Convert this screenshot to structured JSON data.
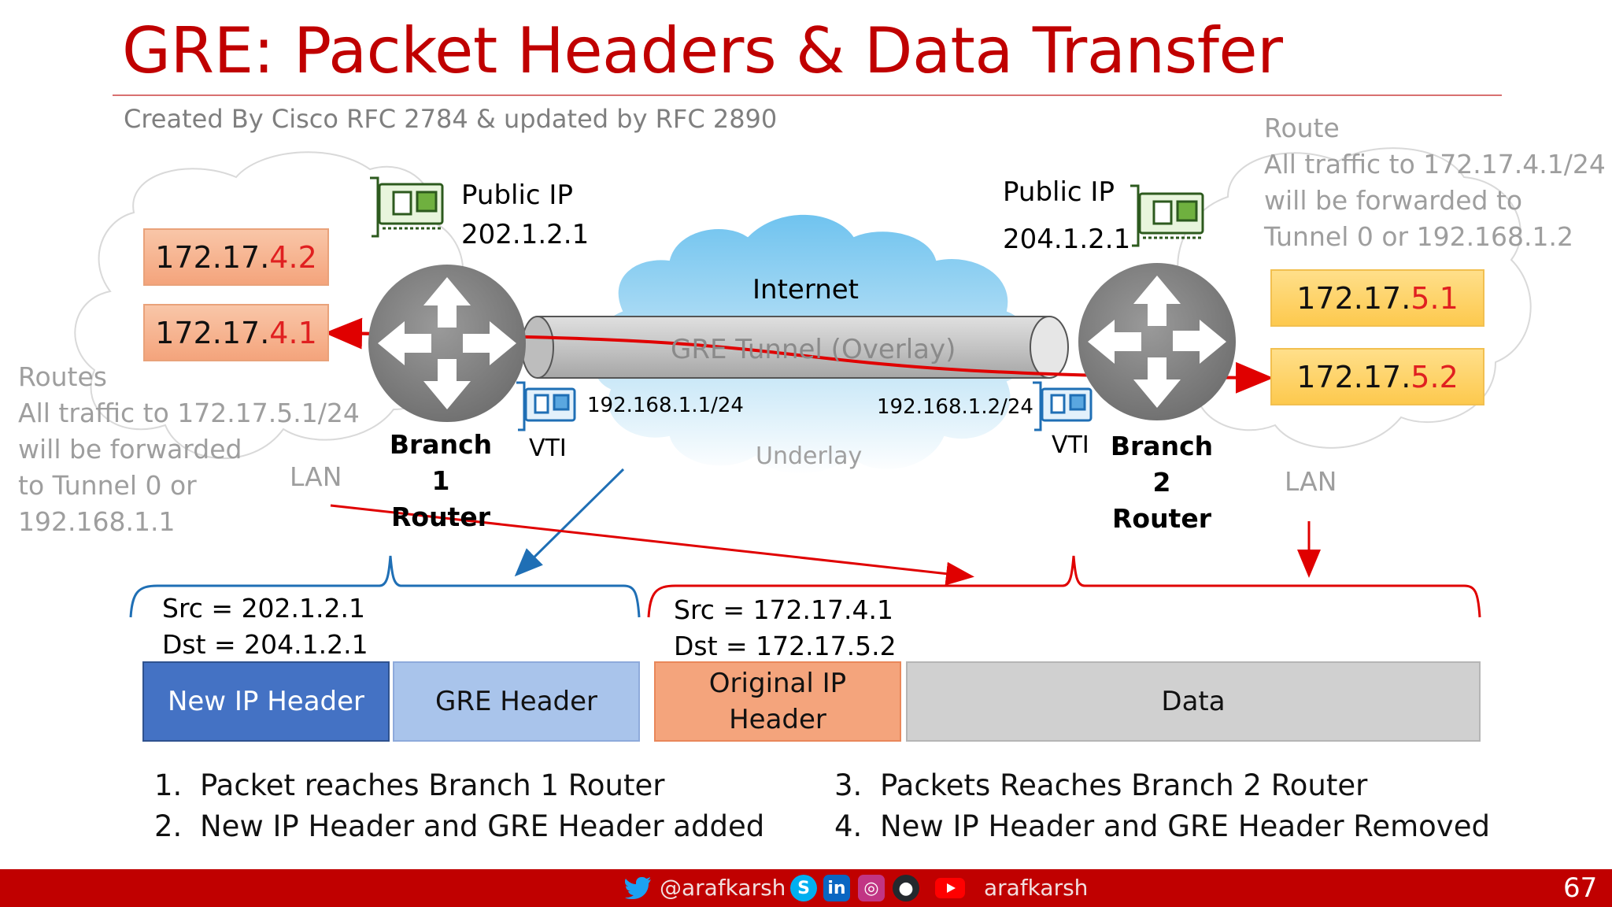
{
  "title": "GRE: Packet Headers & Data Transfer",
  "subtitle": "Created By Cisco RFC 2784 & updated by RFC 2890",
  "left_site": {
    "public_ip_label": "Public IP",
    "public_ip": "202.1.2.1",
    "hosts": [
      {
        "prefix": "172.17.",
        "mid": "4",
        "suffix": ".2"
      },
      {
        "prefix": "172.17.",
        "mid": "4",
        "suffix": ".1"
      }
    ],
    "routes_lines": [
      "Routes",
      "All traffic to 172.17.5.1/24",
      "will be forwarded",
      "to Tunnel 0 or",
      "192.168.1.1"
    ],
    "lan_label": "LAN",
    "vti_label": "VTI",
    "tunnel_ip": "192.168.1.1/24",
    "router_label_1": "Branch 1",
    "router_label_2": "Router"
  },
  "right_site": {
    "public_ip_label": "Public IP",
    "public_ip": "204.1.2.1",
    "hosts": [
      {
        "prefix": "172.17.",
        "mid": "5",
        "suffix": ".1"
      },
      {
        "prefix": "172.17.",
        "mid": "5",
        "suffix": ".2"
      }
    ],
    "route_lines": [
      "Route",
      "All traffic to 172.17.4.1/24",
      "will be forwarded to",
      "Tunnel 0 or 192.168.1.2"
    ],
    "lan_label": "LAN",
    "vti_label": "VTI",
    "tunnel_ip": "192.168.1.2/24",
    "router_label_1": "Branch 2",
    "router_label_2": "Router"
  },
  "internet_label": "Internet",
  "tunnel_label": "GRE Tunnel (Overlay)",
  "underlay_label": "Underlay",
  "outer_header": {
    "src": "Src = 202.1.2.1",
    "dst": "Dst = 204.1.2.1"
  },
  "inner_header": {
    "src": "Src = 172.17.4.1",
    "dst": "Dst = 172.17.5.2"
  },
  "packet_segments": {
    "new_ip": "New IP Header",
    "gre": "GRE Header",
    "orig_line1": "Original IP",
    "orig_line2": "Header",
    "data": "Data"
  },
  "steps_left": [
    {
      "n": "1.",
      "text": "Packet reaches Branch 1 Router"
    },
    {
      "n": "2.",
      "text": "New IP Header and GRE Header added"
    }
  ],
  "steps_right": [
    {
      "n": "3.",
      "text": "Packets Reaches Branch 2 Router"
    },
    {
      "n": "4.",
      "text": "New IP Header and GRE Header Removed"
    }
  ],
  "footer": {
    "twitter": "@arafkarsh",
    "youtube": "arafkarsh",
    "page": "67"
  },
  "colors": {
    "accent": "#c00000",
    "blue_header": "#4472c4",
    "light_blue": "#a9c4eb",
    "orange": "#f4a47c",
    "grey_data": "#d0d0d0"
  }
}
